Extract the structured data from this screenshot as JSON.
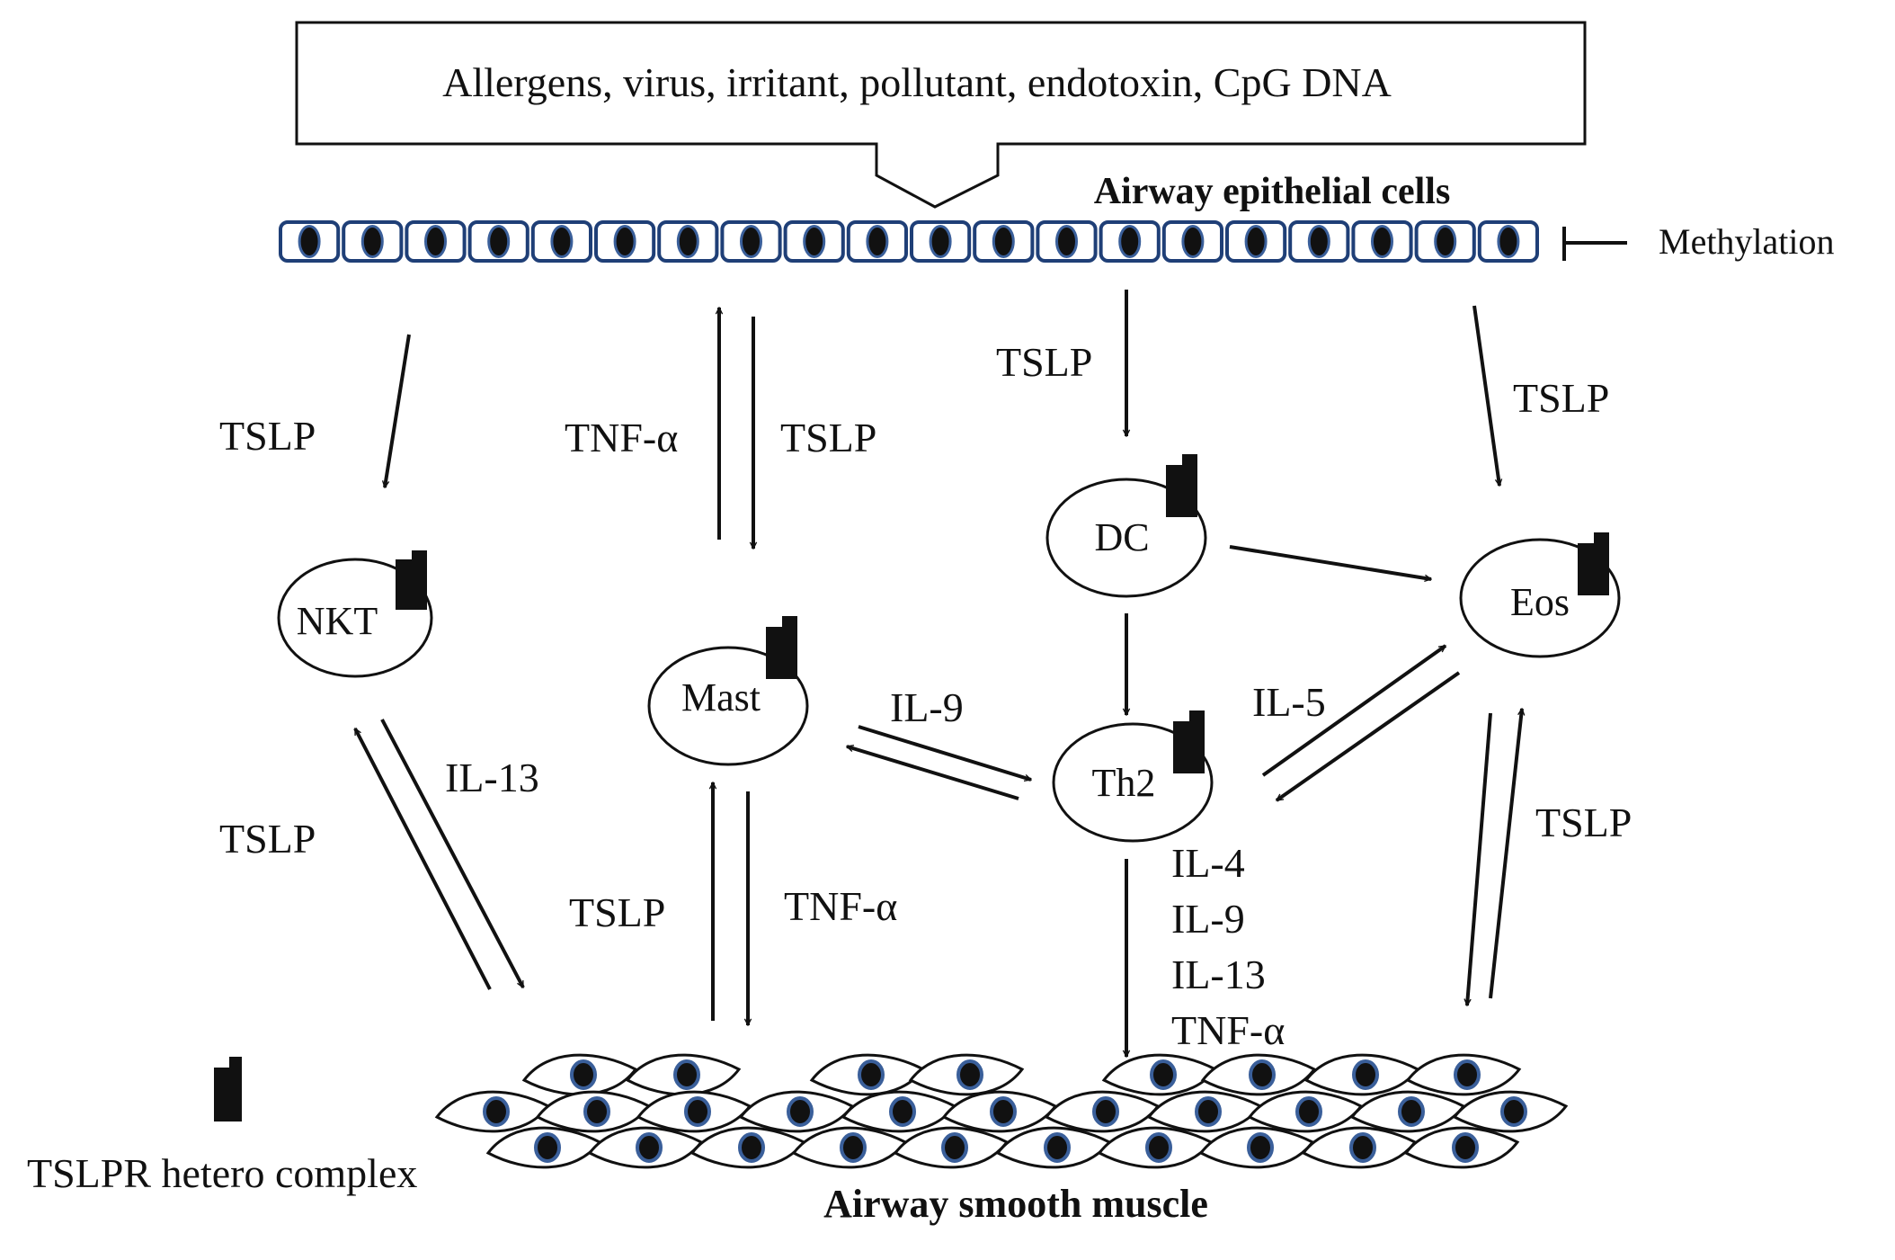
{
  "stimulus_box": {
    "text": "Allergens, virus, irritant, pollutant, endotoxin, CpG DNA"
  },
  "epithelium": {
    "label": "Airway epithelial cells",
    "inhibitor_label": "Methylation"
  },
  "smooth_muscle": {
    "label": "Airway smooth muscle"
  },
  "cells": {
    "nkt": "NKT",
    "mast": "Mast",
    "dc": "DC",
    "th2": "Th2",
    "eos": "Eos"
  },
  "arrow_labels": {
    "epi_to_nkt": "TSLP",
    "mast_to_epi": "TNF-α",
    "epi_to_mast": "TSLP",
    "epi_to_dc": "TSLP",
    "epi_to_eos": "TSLP",
    "th2_to_mast": "IL-9",
    "th2_eos": "IL-5",
    "nkt_asm_left": "TSLP",
    "nkt_asm_right": "IL-13",
    "asm_to_mast": "TSLP",
    "mast_to_asm": "TNF-α",
    "th2_to_asm": [
      "IL-4",
      "IL-9",
      "IL-13",
      "TNF-α"
    ],
    "eos_asm": "TSLP"
  },
  "legend": {
    "label": "TSLPR hetero complex",
    "icon": "receptor-icon"
  },
  "colors": {
    "ink": "#111111",
    "cell_outline": "#1f3f77",
    "nucleus_ring": "#3a5f9a"
  }
}
